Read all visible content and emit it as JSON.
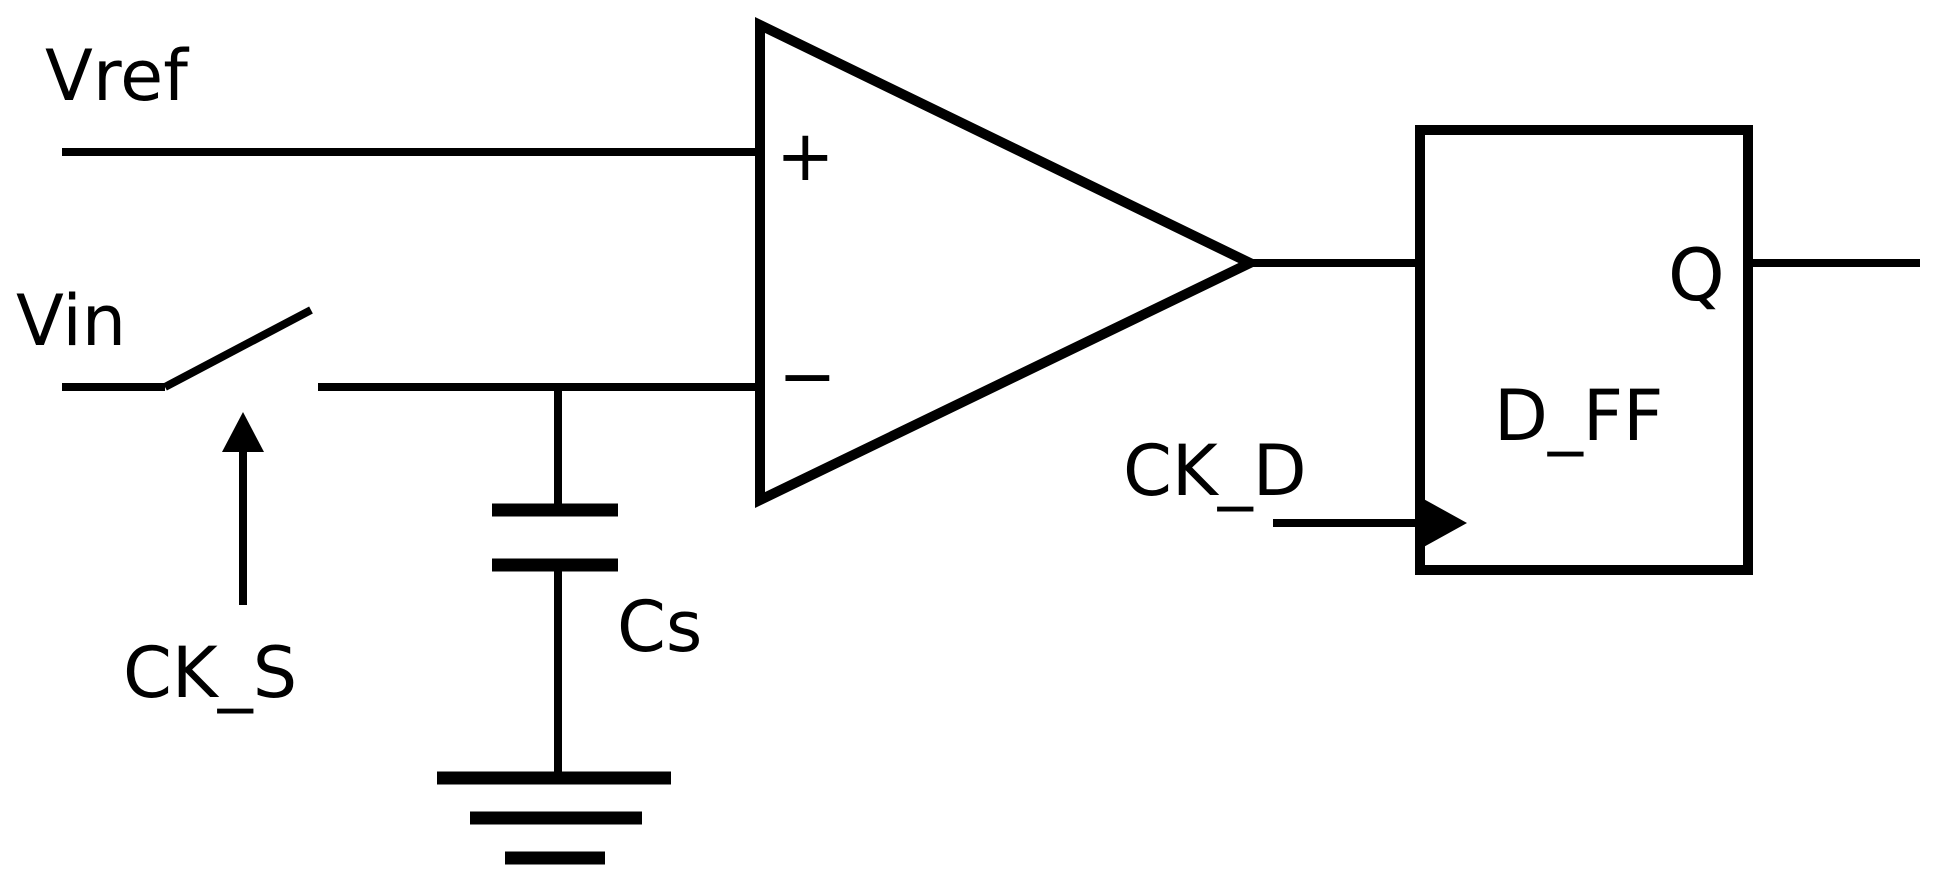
{
  "labels": {
    "vref": "Vref",
    "vin": "Vin",
    "ck_s": "CK_S",
    "cs": "Cs",
    "ck_d": "CK_D",
    "d_ff": "D_FF",
    "q": "Q",
    "plus": "+",
    "minus": "−"
  },
  "colors": {
    "stroke": "#000000",
    "background": "#ffffff"
  }
}
